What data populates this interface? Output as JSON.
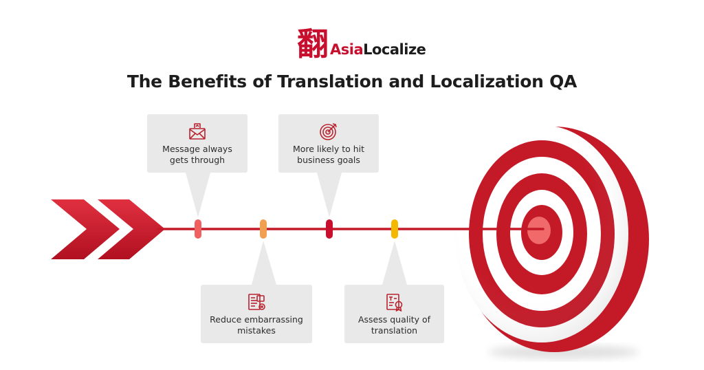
{
  "brand": {
    "mark_glyph": "翻",
    "name_accent": "Asia",
    "name_rest": "Localize"
  },
  "title": "The Benefits of Translation and Localization QA",
  "benefits": [
    {
      "line1": "Message always",
      "line2": "gets through",
      "icon": "envelope-reply-icon",
      "marker_color": "#f06060"
    },
    {
      "line1": "More likely to hit",
      "line2": "business goals",
      "icon": "target-dart-icon",
      "marker_color": "#c8102e"
    },
    {
      "line1": "Reduce embarrassing",
      "line2": "mistakes",
      "icon": "document-check-icon",
      "marker_color": "#f0a050"
    },
    {
      "line1": "Assess quality of",
      "line2": "translation",
      "icon": "certificate-translation-icon",
      "marker_color": "#f5b800"
    }
  ],
  "colors": {
    "brand_red": "#c8102e",
    "target_red": "#c41a28",
    "target_center": "#f06a6a",
    "card_gray": "#e9e9e9",
    "icon_red": "#b8232f"
  }
}
